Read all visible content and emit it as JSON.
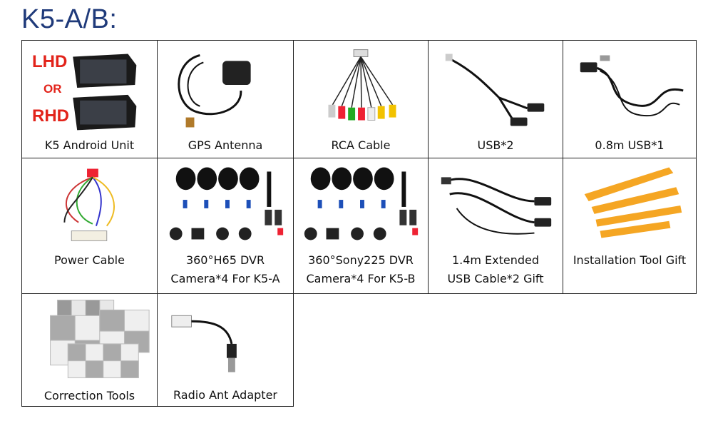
{
  "page_title": "K5-A/B:",
  "badge": {
    "lhd": "LHD",
    "or": "OR",
    "rhd": "RHD"
  },
  "items": [
    {
      "name": "K5 Android Unit"
    },
    {
      "name": "GPS Antenna"
    },
    {
      "name": "RCA Cable"
    },
    {
      "name": "USB*2"
    },
    {
      "name": "0.8m USB*1"
    },
    {
      "name": "Power Cable"
    },
    {
      "name_line1": "360°H65 DVR",
      "name_line2": "Camera*4 For K5-A"
    },
    {
      "name_line1": "360°Sony225 DVR",
      "name_line2": "Camera*4 For K5-B"
    },
    {
      "name_line1": "1.4m Extended",
      "name_line2": "USB Cable*2 Gift"
    },
    {
      "name": "Installation Tool Gift"
    },
    {
      "name": "Correction Tools"
    },
    {
      "name": "Radio Ant Adapter"
    }
  ],
  "colors": {
    "title": "#1f3a7a",
    "badge": "#e2231a",
    "border": "#222222",
    "tool": "#f5a623"
  }
}
